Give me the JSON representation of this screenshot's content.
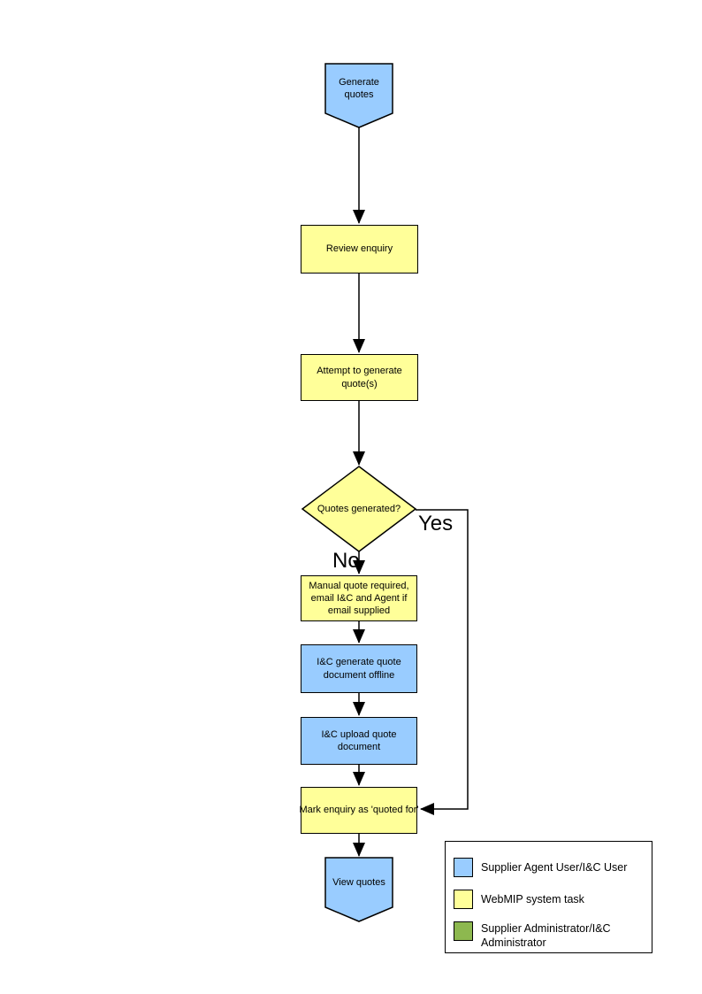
{
  "flowchart": {
    "nodes": {
      "generate_quotes": {
        "label": "Generate quotes",
        "shape": "terminator-down",
        "role": "supplier-agent-ic-user"
      },
      "review_enquiry": {
        "label": "Review enquiry",
        "shape": "process",
        "role": "webmip-system-task"
      },
      "attempt_generate": {
        "label": "Attempt to generate quote(s)",
        "shape": "process",
        "role": "webmip-system-task"
      },
      "quotes_generated": {
        "label": "Quotes generated?",
        "shape": "decision",
        "role": "webmip-system-task"
      },
      "manual_quote": {
        "label": "Manual quote required, email I&C and Agent if email supplied",
        "shape": "process",
        "role": "webmip-system-task"
      },
      "ic_generate_offline": {
        "label": "I&C generate quote document offline",
        "shape": "process",
        "role": "supplier-agent-ic-user"
      },
      "ic_upload": {
        "label": "I&C upload quote document",
        "shape": "process",
        "role": "supplier-agent-ic-user"
      },
      "mark_quoted": {
        "label": "Mark enquiry as 'quoted for'",
        "shape": "process",
        "role": "webmip-system-task"
      },
      "view_quotes": {
        "label": "View quotes",
        "shape": "terminator-down",
        "role": "supplier-agent-ic-user"
      }
    },
    "branch_labels": {
      "yes": "Yes",
      "no": "No"
    },
    "colors": {
      "supplier_agent_user": "#99CCFF",
      "webmip_system_task": "#FFFF99",
      "supplier_administrator": "#8DB84F",
      "line": "#000000"
    },
    "legend": {
      "items": [
        {
          "name": "supplier-agent-user",
          "label": "Supplier Agent User/I&C User",
          "color": "#99CCFF"
        },
        {
          "name": "webmip-system-task",
          "label": "WebMIP system task",
          "color": "#FFFF99"
        },
        {
          "name": "supplier-administrator",
          "label": "Supplier Administrator/I&C Administrator",
          "color": "#8DB84F"
        }
      ]
    }
  }
}
